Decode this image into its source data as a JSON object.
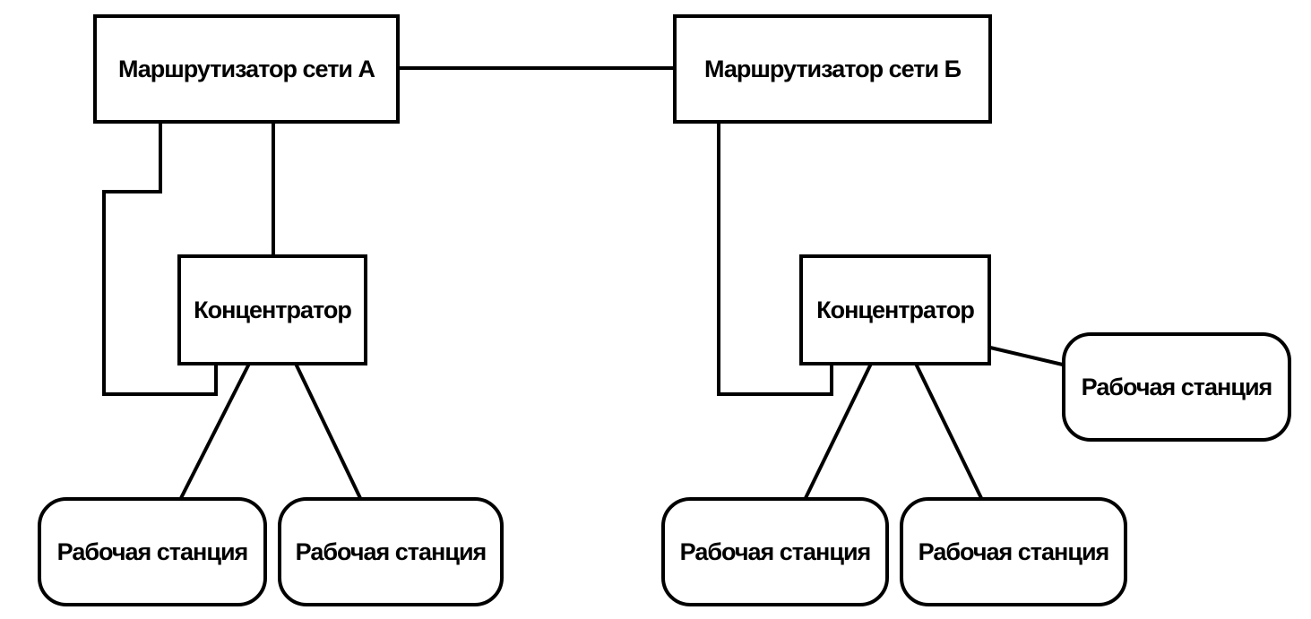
{
  "diagram": {
    "router_a": {
      "label": "Маршрутизатор сети А"
    },
    "router_b": {
      "label": "Маршрутизатор сети Б"
    },
    "hub_a": {
      "label": "Концентратор"
    },
    "hub_b": {
      "label": "Концентратор"
    },
    "workstations": [
      {
        "label": "Рабочая станция"
      },
      {
        "label": "Рабочая станция"
      },
      {
        "label": "Рабочая станция"
      },
      {
        "label": "Рабочая станция"
      },
      {
        "label": "Рабочая станция"
      }
    ]
  }
}
